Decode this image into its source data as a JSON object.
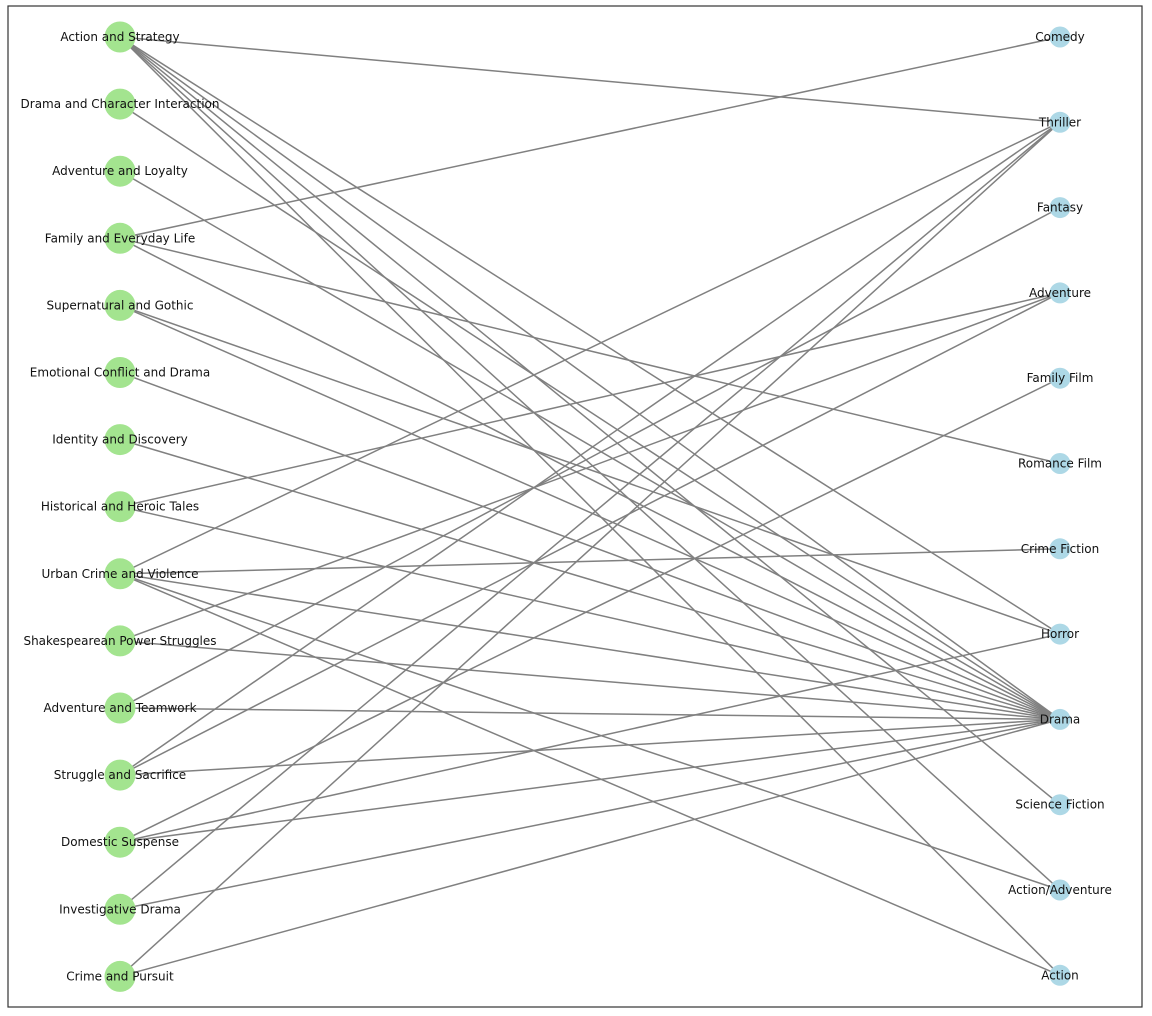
{
  "graph": {
    "left_nodes": [
      {
        "id": "action-and-strategy",
        "label": "Action and Strategy"
      },
      {
        "id": "drama-and-character-interaction",
        "label": "Drama and Character Interaction"
      },
      {
        "id": "adventure-and-loyalty",
        "label": "Adventure and Loyalty"
      },
      {
        "id": "family-and-everyday-life",
        "label": "Family and Everyday Life"
      },
      {
        "id": "supernatural-and-gothic",
        "label": "Supernatural and Gothic"
      },
      {
        "id": "emotional-conflict-and-drama",
        "label": "Emotional Conflict and Drama"
      },
      {
        "id": "identity-and-discovery",
        "label": "Identity and Discovery"
      },
      {
        "id": "historical-and-heroic-tales",
        "label": "Historical and Heroic Tales"
      },
      {
        "id": "urban-crime-and-violence",
        "label": "Urban Crime and Violence"
      },
      {
        "id": "shakespearean-power-struggles",
        "label": "Shakespearean Power Struggles"
      },
      {
        "id": "adventure-and-teamwork",
        "label": "Adventure and Teamwork"
      },
      {
        "id": "struggle-and-sacrifice",
        "label": "Struggle and Sacrifice"
      },
      {
        "id": "domestic-suspense",
        "label": "Domestic Suspense"
      },
      {
        "id": "investigative-drama",
        "label": "Investigative Drama"
      },
      {
        "id": "crime-and-pursuit",
        "label": "Crime and Pursuit"
      }
    ],
    "right_nodes": [
      {
        "id": "comedy",
        "label": "Comedy"
      },
      {
        "id": "thriller",
        "label": "Thriller"
      },
      {
        "id": "fantasy",
        "label": "Fantasy"
      },
      {
        "id": "adventure",
        "label": "Adventure"
      },
      {
        "id": "family-film",
        "label": "Family Film"
      },
      {
        "id": "romance-film",
        "label": "Romance Film"
      },
      {
        "id": "crime-fiction",
        "label": "Crime Fiction"
      },
      {
        "id": "horror",
        "label": "Horror"
      },
      {
        "id": "drama",
        "label": "Drama"
      },
      {
        "id": "science-fiction",
        "label": "Science Fiction"
      },
      {
        "id": "action-adventure",
        "label": "Action/Adventure"
      },
      {
        "id": "action",
        "label": "Action"
      }
    ],
    "edges": [
      [
        "Action and Strategy",
        "Thriller"
      ],
      [
        "Action and Strategy",
        "Drama"
      ],
      [
        "Action and Strategy",
        "Science Fiction"
      ],
      [
        "Action and Strategy",
        "Action/Adventure"
      ],
      [
        "Action and Strategy",
        "Action"
      ],
      [
        "Action and Strategy",
        "Horror"
      ],
      [
        "Drama and Character Interaction",
        "Drama"
      ],
      [
        "Adventure and Loyalty",
        "Drama"
      ],
      [
        "Family and Everyday Life",
        "Comedy"
      ],
      [
        "Family and Everyday Life",
        "Romance Film"
      ],
      [
        "Family and Everyday Life",
        "Drama"
      ],
      [
        "Supernatural and Gothic",
        "Horror"
      ],
      [
        "Supernatural and Gothic",
        "Drama"
      ],
      [
        "Emotional Conflict and Drama",
        "Drama"
      ],
      [
        "Identity and Discovery",
        "Drama"
      ],
      [
        "Historical and Heroic Tales",
        "Adventure"
      ],
      [
        "Historical and Heroic Tales",
        "Drama"
      ],
      [
        "Urban Crime and Violence",
        "Thriller"
      ],
      [
        "Urban Crime and Violence",
        "Crime Fiction"
      ],
      [
        "Urban Crime and Violence",
        "Drama"
      ],
      [
        "Urban Crime and Violence",
        "Action/Adventure"
      ],
      [
        "Urban Crime and Violence",
        "Action"
      ],
      [
        "Shakespearean Power Struggles",
        "Adventure"
      ],
      [
        "Shakespearean Power Struggles",
        "Drama"
      ],
      [
        "Adventure and Teamwork",
        "Fantasy"
      ],
      [
        "Adventure and Teamwork",
        "Drama"
      ],
      [
        "Struggle and Sacrifice",
        "Adventure"
      ],
      [
        "Struggle and Sacrifice",
        "Thriller"
      ],
      [
        "Struggle and Sacrifice",
        "Drama"
      ],
      [
        "Domestic Suspense",
        "Family Film"
      ],
      [
        "Domestic Suspense",
        "Horror"
      ],
      [
        "Domestic Suspense",
        "Drama"
      ],
      [
        "Investigative Drama",
        "Thriller"
      ],
      [
        "Investigative Drama",
        "Drama"
      ],
      [
        "Crime and Pursuit",
        "Thriller"
      ],
      [
        "Crime and Pursuit",
        "Drama"
      ]
    ],
    "colors": {
      "left_node": "#a3e48f",
      "right_node": "#add8e6",
      "edge": "#808080",
      "frame": "#333333"
    }
  }
}
